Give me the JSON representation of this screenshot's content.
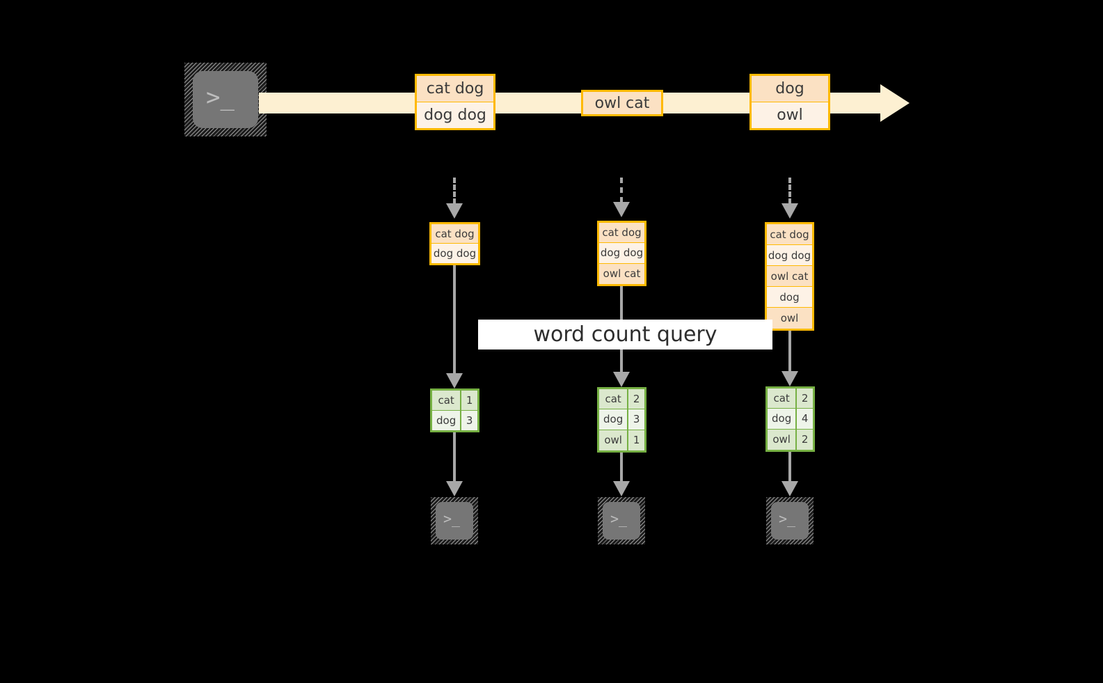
{
  "diagram": {
    "title": "word count query stream diagram",
    "colors": {
      "background": "#000000",
      "stream_band": "#fdf0d2",
      "event_border": "#ffb900",
      "event_row_dark": "#fbe1c3",
      "event_row_light": "#fdf2e6",
      "count_border": "#76b043",
      "count_row_dark": "#dbe8cd",
      "count_row_light": "#eef4e9",
      "connector": "#a8a8a8",
      "terminal_body": "#767676",
      "banner_background": "#ffffff",
      "text": "#3b3b3b"
    }
  },
  "source_terminal": {
    "icon": "terminal-icon",
    "prompt": ">_"
  },
  "stream": {
    "arrow_icon": "stream-arrow-icon",
    "events": [
      {
        "id": "event-group-1",
        "rows": [
          {
            "text": "cat dog",
            "shade": "dark"
          },
          {
            "text": "dog dog",
            "shade": "light"
          }
        ]
      },
      {
        "id": "event-group-2",
        "rows": [
          {
            "text": "owl cat",
            "shade": "dark"
          }
        ]
      },
      {
        "id": "event-group-3",
        "rows": [
          {
            "text": "dog",
            "shade": "dark"
          },
          {
            "text": "owl",
            "shade": "light"
          }
        ]
      }
    ]
  },
  "banner": {
    "label": "word count query"
  },
  "snapshots": [
    {
      "id": "snapshot-1",
      "input_rows": [
        {
          "text": "cat dog",
          "shade": "dark"
        },
        {
          "text": "dog dog",
          "shade": "light"
        }
      ],
      "counts": [
        {
          "word": "cat",
          "count": "1",
          "shade": "dark"
        },
        {
          "word": "dog",
          "count": "3",
          "shade": "light"
        }
      ],
      "sink": {
        "icon": "terminal-icon",
        "prompt": ">_"
      }
    },
    {
      "id": "snapshot-2",
      "input_rows": [
        {
          "text": "cat dog",
          "shade": "dark"
        },
        {
          "text": "dog dog",
          "shade": "light"
        },
        {
          "text": "owl cat",
          "shade": "dark"
        }
      ],
      "counts": [
        {
          "word": "cat",
          "count": "2",
          "shade": "dark"
        },
        {
          "word": "dog",
          "count": "3",
          "shade": "light"
        },
        {
          "word": "owl",
          "count": "1",
          "shade": "dark"
        }
      ],
      "sink": {
        "icon": "terminal-icon",
        "prompt": ">_"
      }
    },
    {
      "id": "snapshot-3",
      "input_rows": [
        {
          "text": "cat dog",
          "shade": "dark"
        },
        {
          "text": "dog dog",
          "shade": "light"
        },
        {
          "text": "owl cat",
          "shade": "dark"
        },
        {
          "text": "dog",
          "shade": "light"
        },
        {
          "text": "owl",
          "shade": "dark"
        }
      ],
      "counts": [
        {
          "word": "cat",
          "count": "2",
          "shade": "dark"
        },
        {
          "word": "dog",
          "count": "4",
          "shade": "light"
        },
        {
          "word": "owl",
          "count": "2",
          "shade": "dark"
        }
      ],
      "sink": {
        "icon": "terminal-icon",
        "prompt": ">_"
      }
    }
  ]
}
